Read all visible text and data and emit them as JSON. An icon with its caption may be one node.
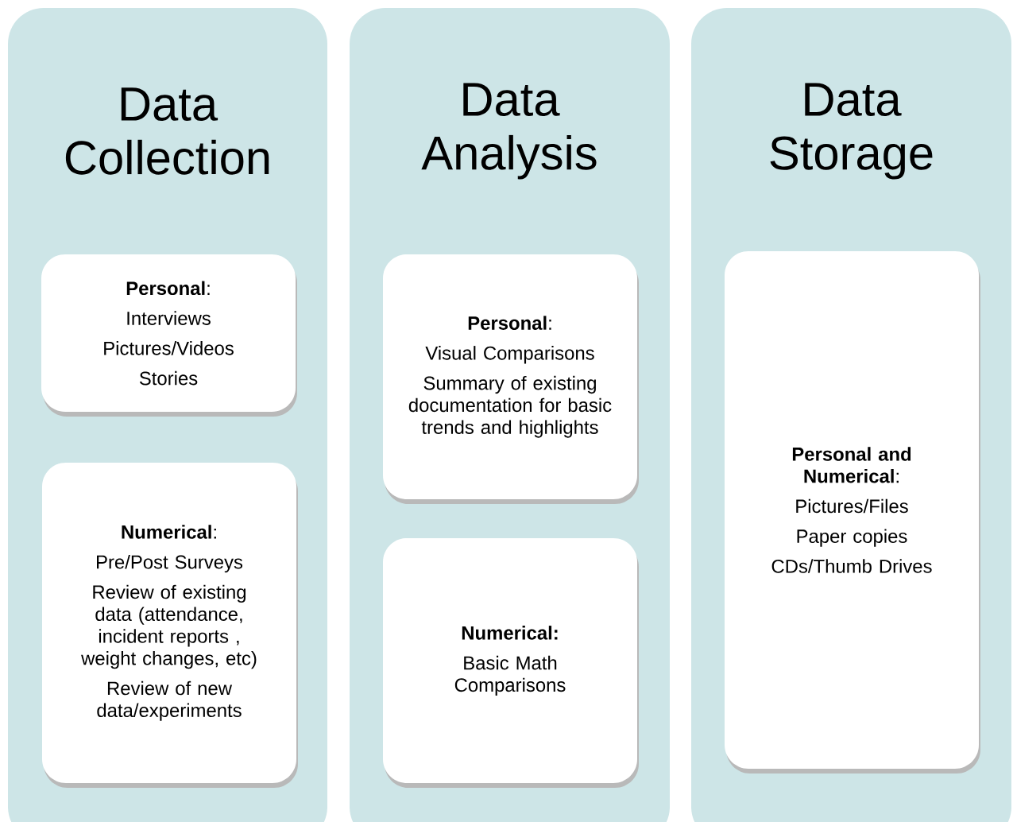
{
  "diagram": {
    "nodes": [
      {
        "text": [
          "Data Collection"
        ]
      },
      {
        "text": [
          "**Personal**:",
          "Interviews",
          "Pictures/Videos",
          "Stories"
        ],
        "in": 0
      },
      {
        "text": [
          "**Numerical**:",
          "Pre/Post Surveys",
          "Review of existing data (attendance, incident reports , weight changes, etc)",
          "Review of new data/experiments"
        ],
        "in": 0
      },
      {
        "text": [
          "Data Analysis"
        ]
      },
      {
        "text": [
          "**Personal**:",
          "Visual Comparisons",
          "Summary of existing documentation for basic trends and highlights"
        ],
        "in": 3
      },
      {
        "text": [
          "**Numerical:**",
          "Basic Math Comparisons"
        ],
        "in": 3
      },
      {
        "text": [
          "Data Storage"
        ]
      },
      {
        "text": [
          "**Personal and Numerical**:",
          "Pictures/Files",
          "Paper copies",
          "CDs/Thumb Drives"
        ],
        "in": 6
      }
    ]
  }
}
